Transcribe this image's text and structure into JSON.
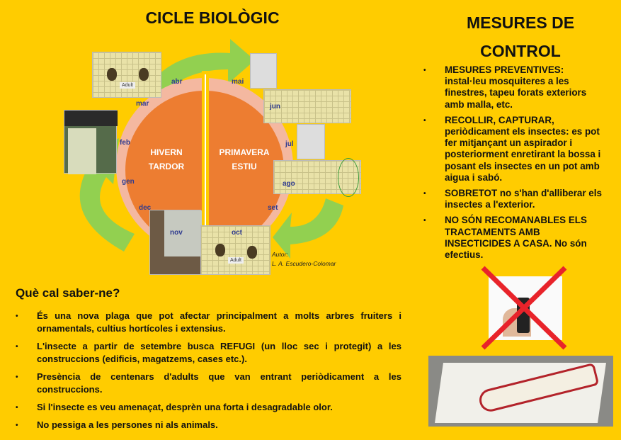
{
  "cycle": {
    "title": "CICLE BIOLÒGIC",
    "left_season": [
      "HIVERN",
      "TARDOR"
    ],
    "right_season": [
      "PRIMAVERA",
      "ESTIU"
    ],
    "months": {
      "gen": "gen",
      "feb": "feb",
      "mar": "mar",
      "abr": "abr",
      "mai": "mai",
      "jun": "jun",
      "jul": "jul",
      "ago": "ago",
      "set": "set",
      "oct": "oct",
      "nov": "nov",
      "dec": "dec"
    },
    "adult_label": "Adult",
    "author": [
      "Autor:",
      "L. A. Escudero-Colomar"
    ],
    "colors": {
      "background": "#FFCC00",
      "circle": "#ED7D31",
      "ring": "#F4B8A0",
      "arrows": "#92D050"
    }
  },
  "info": {
    "heading": "Què cal saber-ne?",
    "items": [
      "És una nova plaga que pot afectar principalment a molts arbres  fruiters i ornamentals, cultius hortícoles i extensius.",
      "L'insecte a partir de setembre busca REFUGI (un lloc sec i protegit) a les construccions (edificis, magatzems, cases etc.).",
      "Presència de centenars d'adults que van entrant periòdicament a les construccions.",
      "Si l'insecte es veu amenaçat, desprèn una forta i desagradable olor.",
      "No pessiga a les persones ni als animals."
    ]
  },
  "control": {
    "title": [
      "MESURES DE",
      "CONTROL"
    ],
    "items": [
      {
        "strong": "MESURES PREVENTIVES:",
        "text": " instal·leu mosquiteres a les finestres, tapeu forats exteriors amb malla, etc."
      },
      {
        "strong": "RECOLLIR, CAPTURAR,",
        "text": " periòdicament els insectes: es pot fer mitjançant un aspirador i posteriorment enretirant la bossa i posant els insectes en un pot amb aigua i sabó."
      },
      {
        "strong": "SOBRETOT",
        "text": " no s'han d'alliberar els insectes a   l'exterior."
      },
      {
        "strong": "NO SÓN RECOMANABLES ELS TRACTAMENTS AMB INSECTICIDES A CASA.",
        "text": " No són efectius."
      }
    ]
  }
}
